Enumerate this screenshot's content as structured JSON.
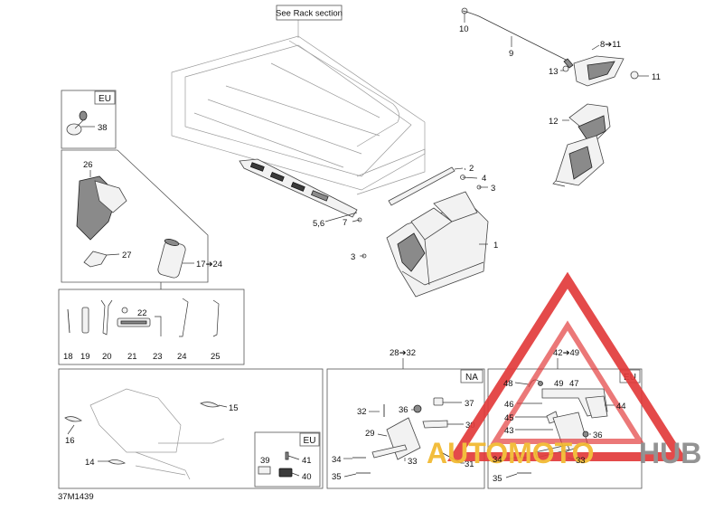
{
  "diagram": {
    "rack_note": "See Rack section",
    "figure_code": "37M1439",
    "callouts": {
      "c1": "1",
      "c2": "2",
      "c3a": "3",
      "c3b": "3",
      "c4": "4",
      "c56": "5,6",
      "c7": "7",
      "c811": "8➔11",
      "c9": "9",
      "c10": "10",
      "c11": "11",
      "c12": "12",
      "c13": "13",
      "c14": "14",
      "c15": "15",
      "c16": "16",
      "c1724": "17➔24",
      "c18": "18",
      "c19": "19",
      "c20": "20",
      "c21": "21",
      "c22": "22",
      "c23": "23",
      "c24": "24",
      "c25": "25",
      "c26": "26",
      "c27": "27",
      "c2832": "28➔32",
      "c29": "29",
      "c30": "30",
      "c31": "31",
      "c32": "32",
      "c33a": "33",
      "c33b": "33",
      "c34a": "34",
      "c34b": "34",
      "c35a": "35",
      "c35b": "35",
      "c36a": "36",
      "c36b": "36",
      "c37": "37",
      "c38": "38",
      "c39": "39",
      "c40": "40",
      "c41": "41",
      "c4249": "42➔49",
      "c43": "43",
      "c44": "44",
      "c45": "45",
      "c46": "46",
      "c47": "47",
      "c48": "48",
      "c49": "49"
    },
    "region_tags": {
      "eu_top": "EU",
      "eu_small": "EU",
      "na": "NA",
      "eu_right": "EU"
    }
  },
  "watermark": {
    "text_a": "AUTOMOTO",
    "text_b": "HUB",
    "color_red": "#e23b3b",
    "color_gold": "#f1b82d",
    "color_gray": "#8a8a8a"
  }
}
